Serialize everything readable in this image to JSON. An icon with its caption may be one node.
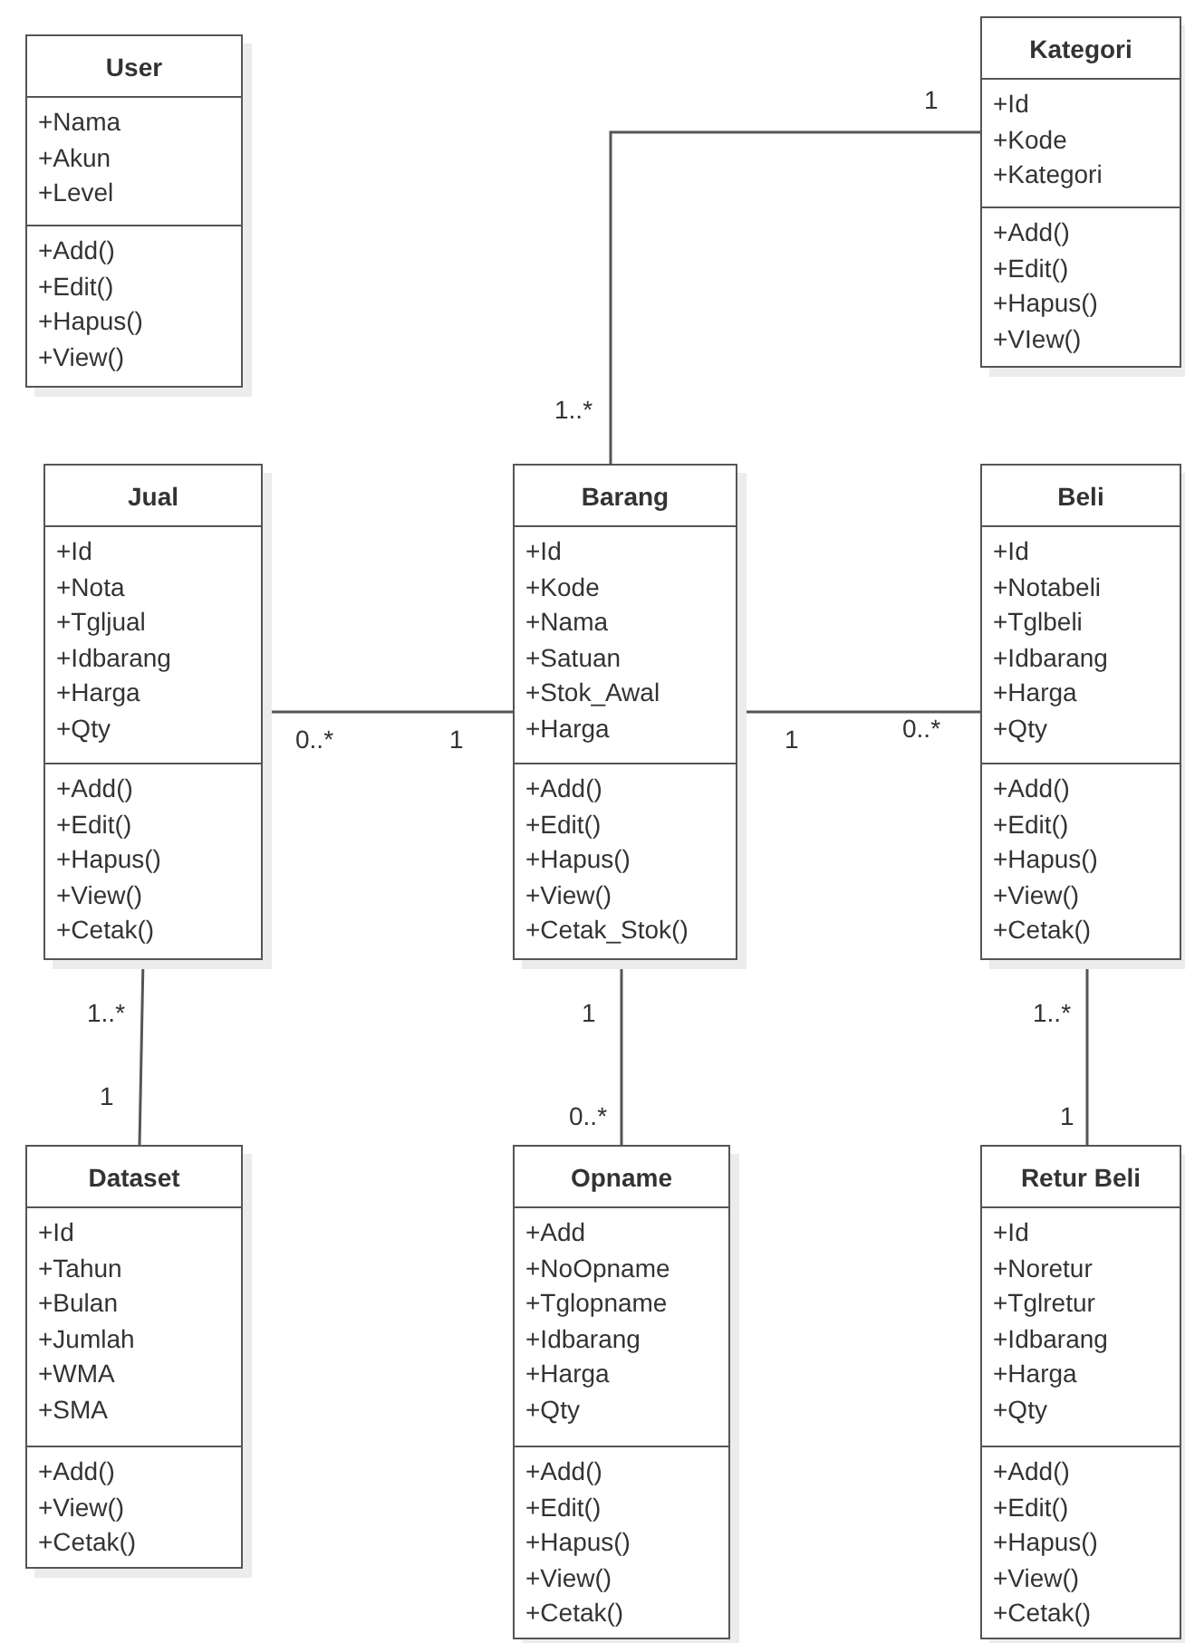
{
  "diagram": {
    "nodes": [
      {
        "text": [
          "User"
        ]
      },
      {
        "text": [
          "+Nama",
          "+Akun",
          "+Level"
        ],
        "in": 0
      },
      {
        "text": [
          "+Add()",
          "+Edit()",
          "+Hapus()",
          "+View()"
        ],
        "in": 0
      },
      {
        "text": [
          "Kategori"
        ]
      },
      {
        "text": [
          "+Id",
          "+Kode",
          "+Kategori"
        ],
        "in": 3
      },
      {
        "text": [
          "+Add()",
          "+Edit()",
          "+Hapus()",
          "+VIew()"
        ],
        "in": 3
      },
      {
        "text": [
          "Jual"
        ]
      },
      {
        "text": [
          "+Id",
          "+Nota",
          "+Tgljual",
          "+Idbarang",
          "+Harga",
          "+Qty"
        ],
        "in": 6
      },
      {
        "text": [
          "+Add()",
          "+Edit()",
          "+Hapus()",
          "+View()",
          "+Cetak()"
        ],
        "in": 6
      },
      {
        "text": [
          "Barang"
        ]
      },
      {
        "text": [
          "+Id",
          "+Kode",
          "+Nama",
          "+Satuan",
          "+Stok_Awal",
          "+Harga"
        ],
        "in": 9
      },
      {
        "text": [
          "+Add()",
          "+Edit()",
          "+Hapus()",
          "+View()",
          "+Cetak_Stok()"
        ],
        "in": 9
      },
      {
        "text": [
          "Beli"
        ]
      },
      {
        "text": [
          "+Id",
          "+Notabeli",
          "+Tglbeli",
          "+Idbarang",
          "+Harga",
          "+Qty"
        ],
        "in": 12
      },
      {
        "text": [
          "+Add()",
          "+Edit()",
          "+Hapus()",
          "+View()",
          "+Cetak()"
        ],
        "in": 12
      },
      {
        "text": [
          "Dataset"
        ]
      },
      {
        "text": [
          "+Id",
          "+Tahun",
          "+Bulan",
          "+Jumlah",
          "+WMA",
          "+SMA"
        ],
        "in": 15
      },
      {
        "text": [
          "+Add()",
          "+View()",
          "+Cetak()"
        ],
        "in": 15
      },
      {
        "text": [
          "Opname"
        ]
      },
      {
        "text": [
          "+Add",
          "+NoOpname",
          "+Tglopname",
          "+Idbarang",
          "+Harga",
          "+Qty"
        ],
        "in": 18
      },
      {
        "text": [
          "+Add()",
          "+Edit()",
          "+Hapus()",
          "+View()",
          "+Cetak()"
        ],
        "in": 18
      },
      {
        "text": [
          "Retur Beli"
        ]
      },
      {
        "text": [
          "+Id",
          "+Noretur",
          "+Tglretur",
          "+Idbarang",
          "+Harga",
          "+Qty"
        ],
        "in": 21
      },
      {
        "text": [
          "+Add()",
          "+Edit()",
          "+Hapus()",
          "+View()",
          "+Cetak()"
        ],
        "in": 21
      }
    ],
    "edges": [
      {
        "from": 9,
        "to": 3,
        "arrow": "none"
      },
      {
        "from": 6,
        "to": 9,
        "arrow": "none"
      },
      {
        "from": 9,
        "to": 12,
        "arrow": "none"
      },
      {
        "from": 6,
        "to": 15,
        "arrow": "none"
      },
      {
        "from": 9,
        "to": 18,
        "arrow": "none"
      },
      {
        "from": 12,
        "to": 21,
        "arrow": "none"
      }
    ],
    "labels": [
      "1",
      "1..*",
      "0..*",
      "1",
      "1",
      "0..*",
      "1..*",
      "1",
      "1..*",
      "1",
      "0..*",
      "1"
    ]
  }
}
